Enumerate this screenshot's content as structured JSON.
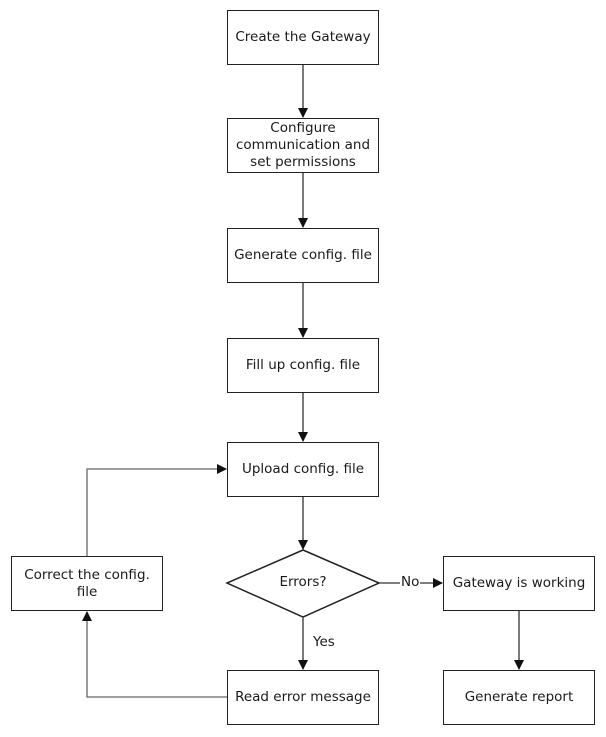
{
  "nodes": {
    "create_gateway": "Create the Gateway",
    "configure": "Configure communication and set permissions",
    "generate_config": "Generate config. file",
    "fill_config": "Fill up config. file",
    "upload_config": "Upload config. file",
    "errors_decision": "Errors?",
    "gateway_working": "Gateway is working",
    "generate_report": "Generate report",
    "read_error": "Read error message",
    "correct_config": "Correct the config. file"
  },
  "edge_labels": {
    "no": "No",
    "yes": "Yes"
  }
}
